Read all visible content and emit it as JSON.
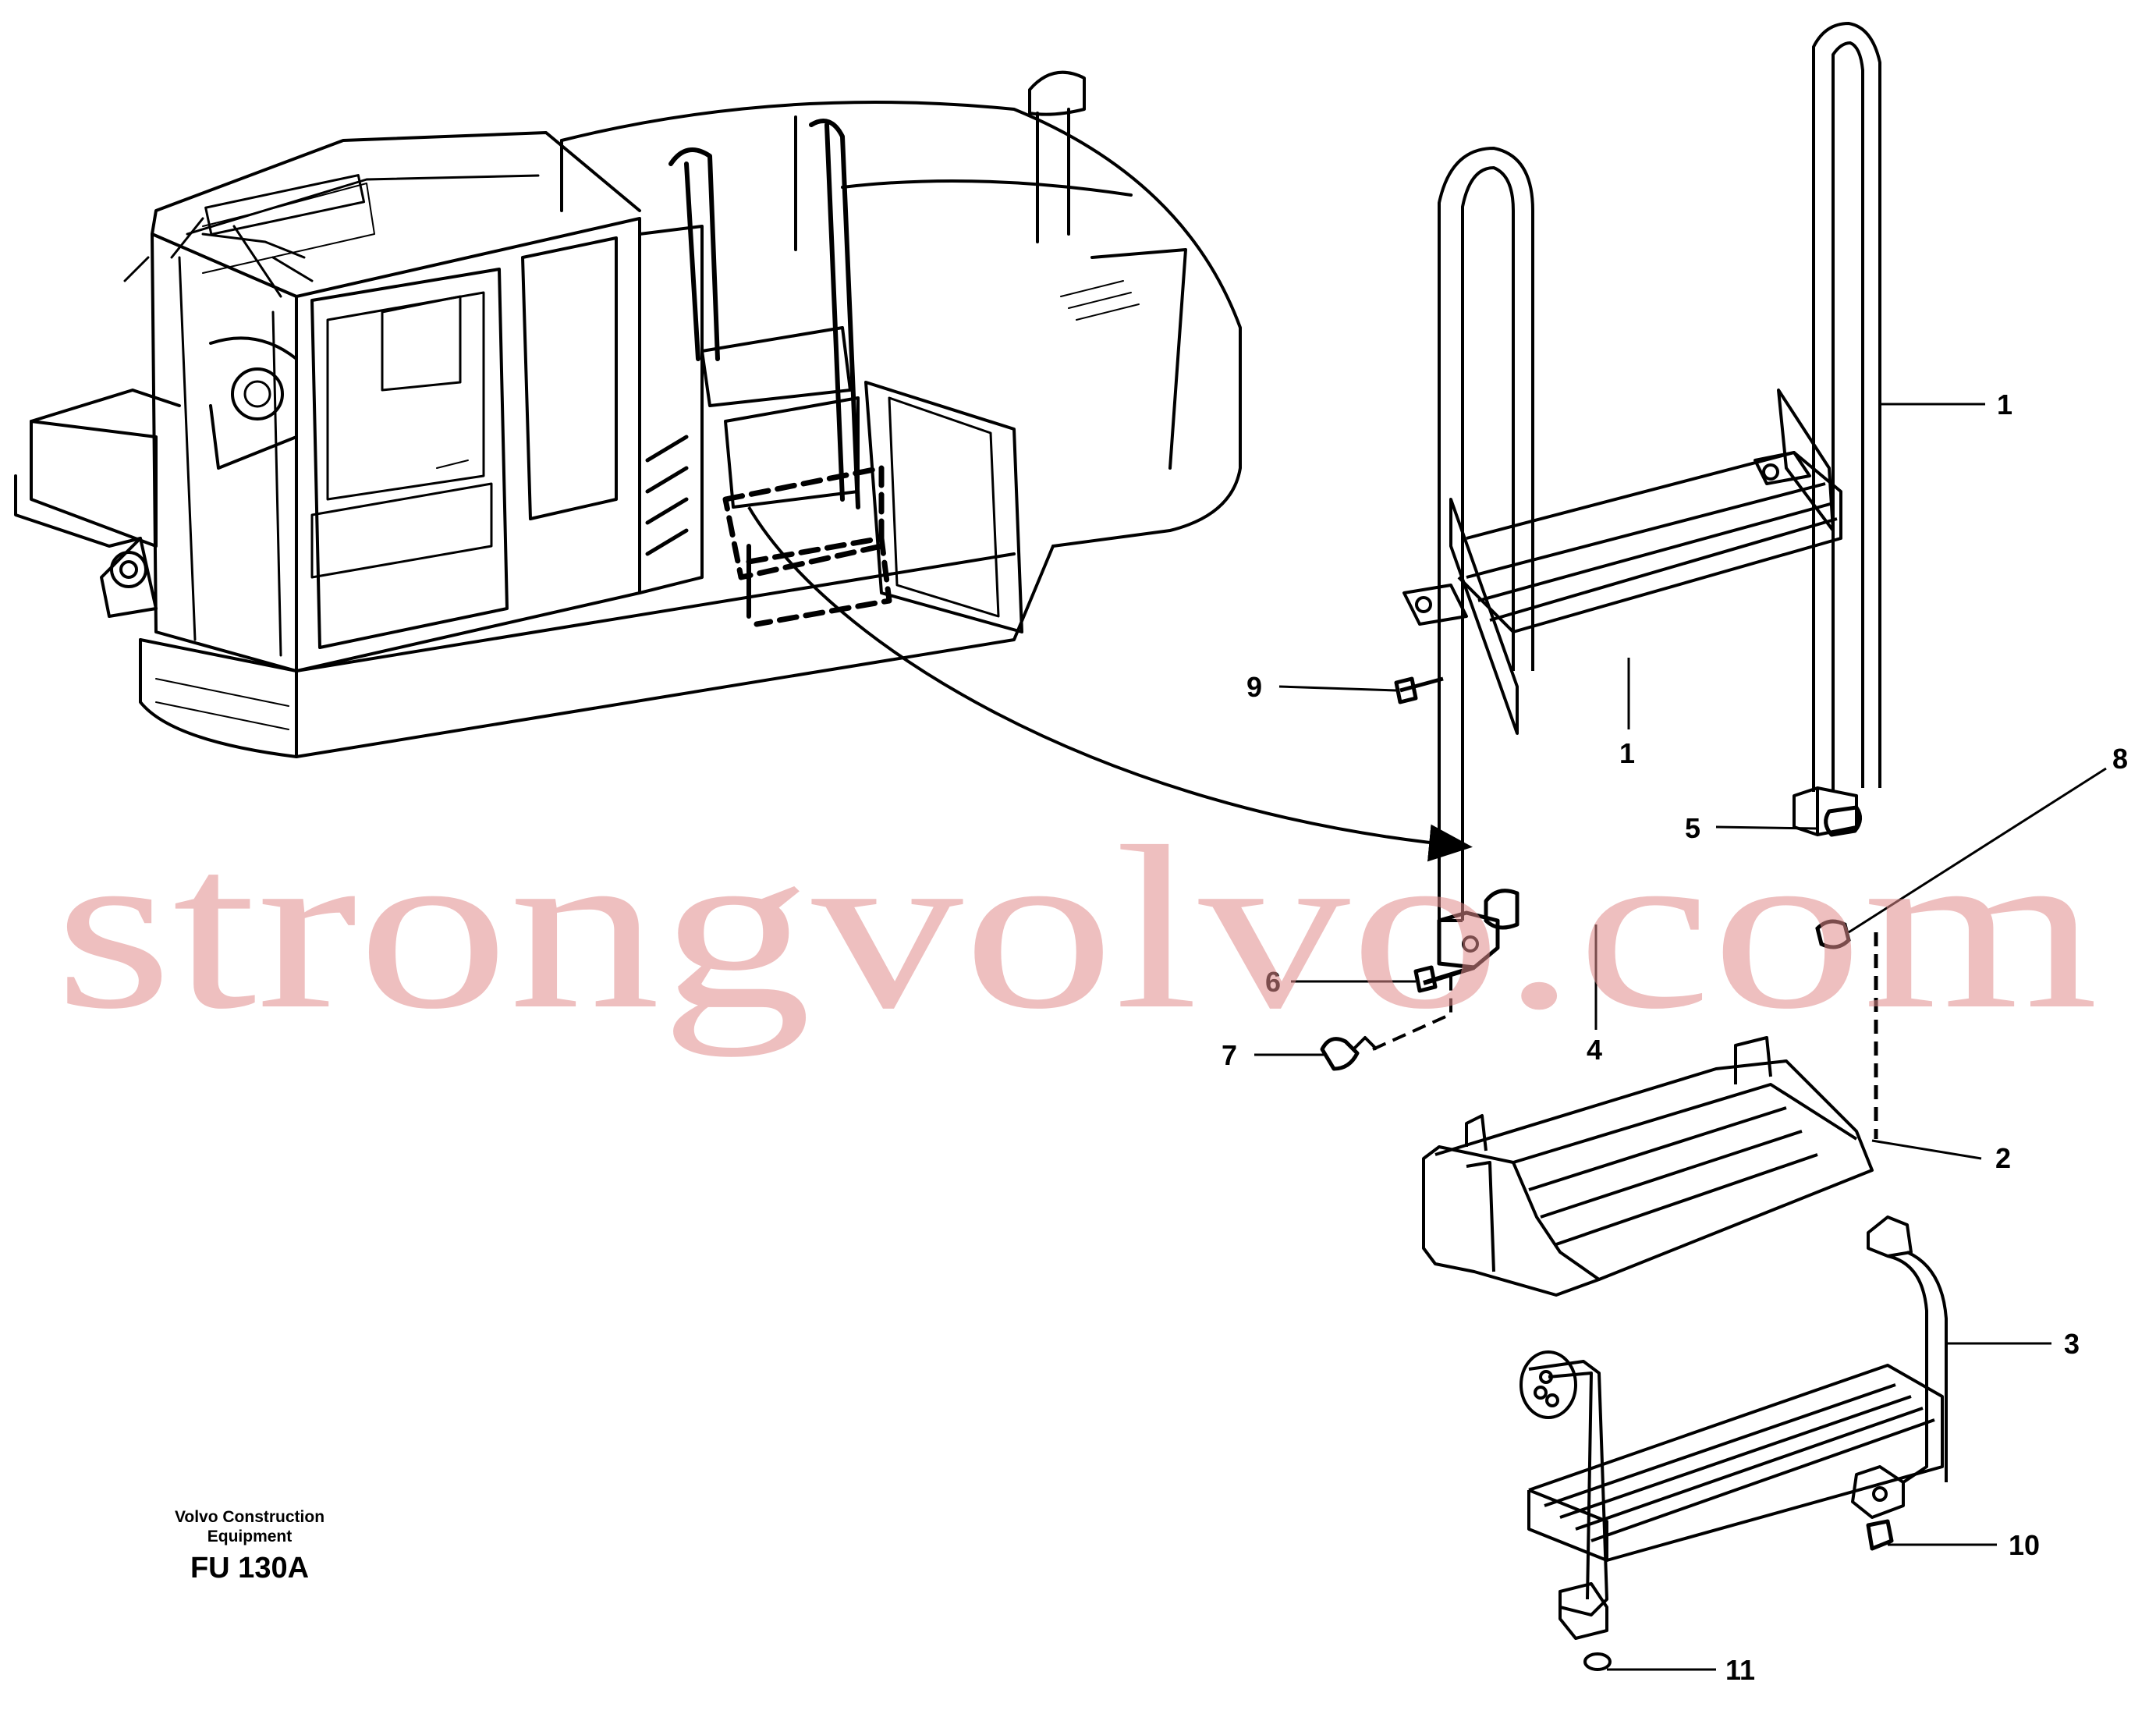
{
  "diagram": {
    "callouts": [
      {
        "id": "1a",
        "text": "1"
      },
      {
        "id": "1b",
        "text": "1"
      },
      {
        "id": "2",
        "text": "2"
      },
      {
        "id": "3",
        "text": "3"
      },
      {
        "id": "4",
        "text": "4"
      },
      {
        "id": "5",
        "text": "5"
      },
      {
        "id": "6",
        "text": "6"
      },
      {
        "id": "7",
        "text": "7"
      },
      {
        "id": "8",
        "text": "8"
      },
      {
        "id": "9",
        "text": "9"
      },
      {
        "id": "10",
        "text": "10"
      },
      {
        "id": "11",
        "text": "11"
      }
    ]
  },
  "caption": {
    "company_line1": "Volvo Construction",
    "company_line2": "Equipment",
    "figure_code": "FU 130A"
  },
  "watermark": {
    "text": "strongvolvo.com",
    "color": "#e08a8a"
  }
}
